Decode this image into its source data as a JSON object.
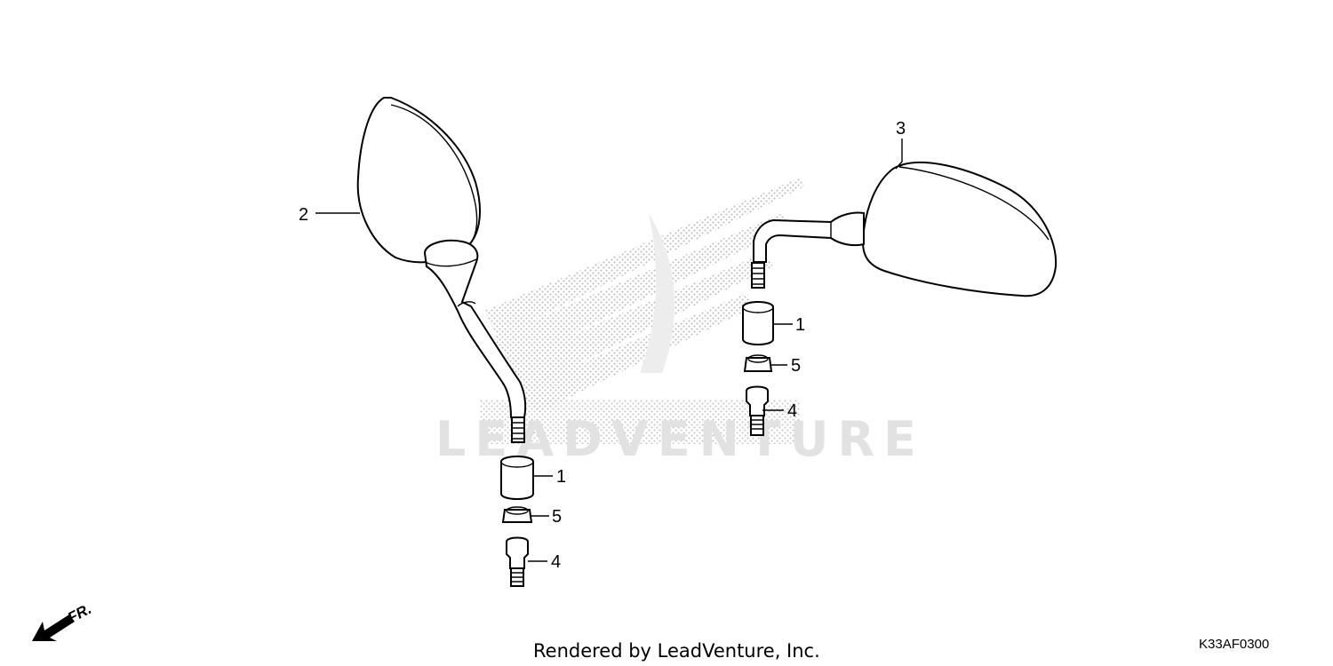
{
  "callouts": {
    "left_mirror": "2",
    "right_mirror": "3",
    "left_cap": "1",
    "left_nut": "5",
    "left_bolt": "4",
    "right_cap": "1",
    "right_nut": "5",
    "right_bolt": "4"
  },
  "watermark": {
    "text": "LEADVENTURE"
  },
  "direction_marker": {
    "label": "FR.",
    "icon": "front-direction-arrow-icon"
  },
  "footer": {
    "rendered_by": "Rendered by LeadVenture, Inc.",
    "diagram_code": "K33AF0300"
  }
}
